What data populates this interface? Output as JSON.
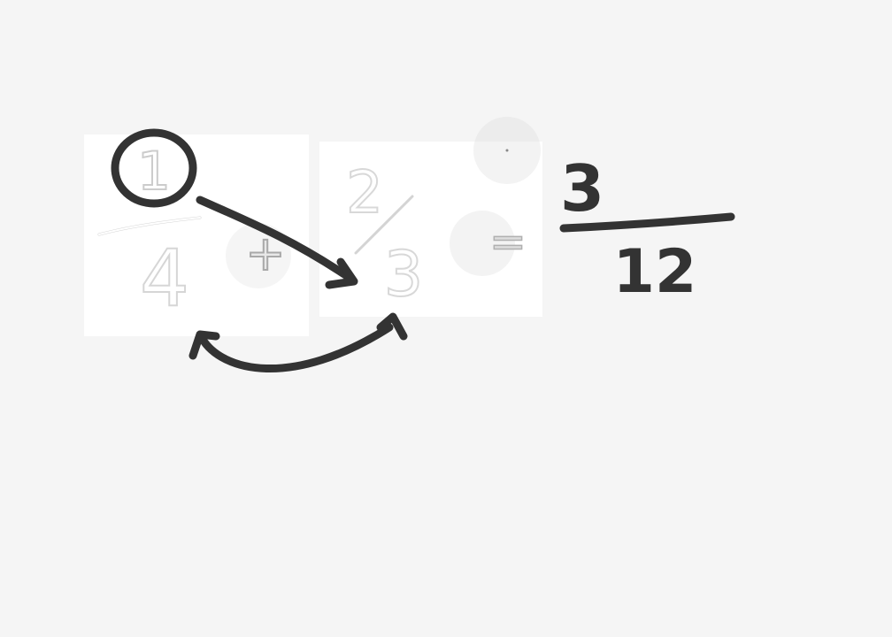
{
  "whiteboard": {
    "left_fraction": {
      "numerator": "1",
      "denominator": "4"
    },
    "operator_plus": "+",
    "right_fraction": {
      "numerator": "2",
      "denominator": "3"
    },
    "operator_equals": "=",
    "result_fraction": {
      "numerator": "3",
      "denominator": "12"
    },
    "colors": {
      "background": "#f5f5f5",
      "panel": "#ffffff",
      "ink": "#333333",
      "faint_ink": "#d4d4d4"
    }
  }
}
